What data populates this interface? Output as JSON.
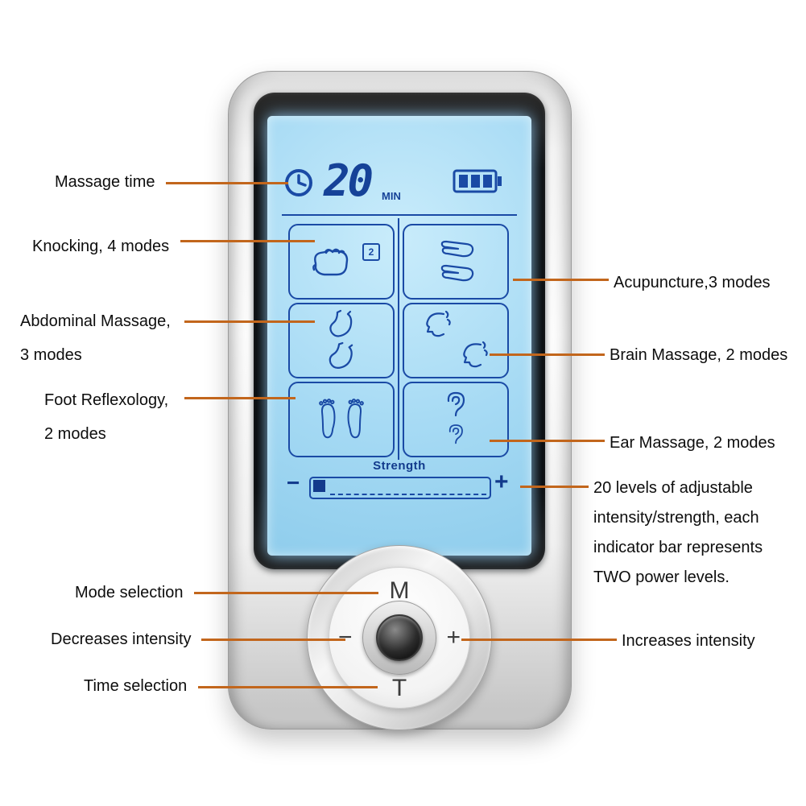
{
  "colors": {
    "accent_line": "#c2661c",
    "screen_ink": "#1a4aa5",
    "screen_bg": "#a6daf4",
    "body_silver": "#e9e9e9",
    "bezel_black": "#050505"
  },
  "device": {
    "screen": {
      "time_value": "20",
      "time_unit": "MIN",
      "mode_count_badge": "2",
      "mode_icons": {
        "knocking": "fist-knocking-icon",
        "acupuncture": "acupuncture-hands-icon",
        "abdominal": "stomach-icon",
        "brain": "head-massage-icon",
        "foot": "foot-soles-icon",
        "ear": "ear-icon"
      },
      "status_icons": {
        "clock": "clock-icon",
        "battery": "battery-3-bars-icon"
      },
      "strength": {
        "label": "Strength",
        "minus": "−",
        "plus": "+",
        "level": 1,
        "levels_total": 20
      }
    },
    "controls": {
      "mode_button": "M",
      "decrease_button": "−",
      "increase_button": "+",
      "time_button": "T"
    }
  },
  "annotations": {
    "left": {
      "massage_time": "Massage time",
      "knocking": "Knocking, 4 modes",
      "abdominal": "Abdominal Massage,\n3 modes",
      "foot": "Foot Reflexology,\n2 modes",
      "mode_selection": "Mode selection",
      "decreases_intensity": "Decreases intensity",
      "time_selection": "Time selection"
    },
    "right": {
      "acupuncture": "Acupuncture,3 modes",
      "brain": "Brain Massage, 2 modes",
      "ear": "Ear Massage, 2 modes",
      "intensity_levels": "20 levels of adjustable\nintensity/strength, each\nindicator bar represents\nTWO power levels.",
      "increases_intensity": "Increases intensity"
    }
  }
}
